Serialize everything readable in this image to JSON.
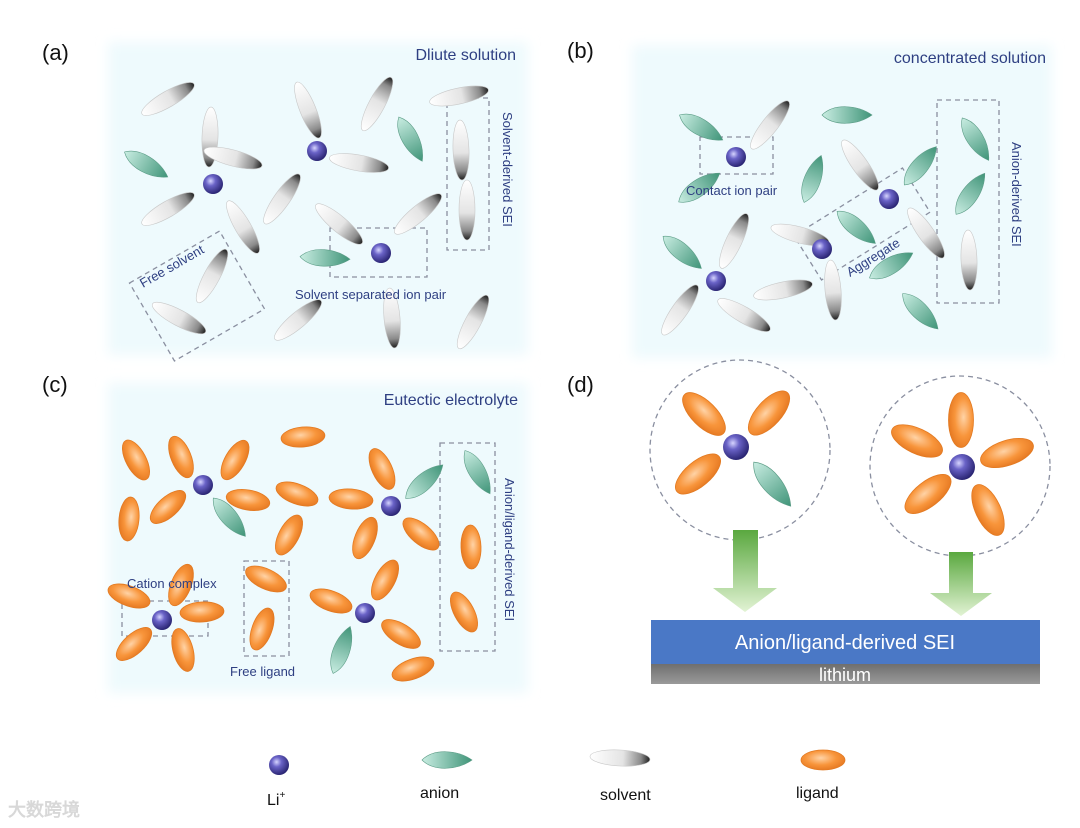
{
  "panels": {
    "a": {
      "letter": "(a)",
      "title": "Dliute solution",
      "free_solvent": "Free solvent",
      "ssip": "Solvent separated ion pair",
      "sei": "Solvent-derived SEI"
    },
    "b": {
      "letter": "(b)",
      "title": "concentrated solution",
      "cip": "Contact ion pair",
      "aggregate": "Aggregate",
      "sei": "Anion-derived SEI"
    },
    "c": {
      "letter": "(c)",
      "title": "Eutectic electrolyte",
      "cation_complex": "Cation complex",
      "free_ligand": "Free ligand",
      "sei": "Anion/ligand-derived SEI"
    },
    "d": {
      "letter": "(d)",
      "sei_layer": "Anion/ligand-derived SEI",
      "lithium": "lithium"
    }
  },
  "legend": {
    "li_label": "Li",
    "li_sup": "+",
    "anion": "anion",
    "solvent": "solvent",
    "ligand": "ligand"
  },
  "watermark": "大数跨境",
  "colors": {
    "panel_bg": "#eefafd",
    "li": "#3a3590",
    "anion": "#5fae96",
    "solvent": "#cfcfcf",
    "ligand": "#f18a2c",
    "text": "#2e3f82",
    "sei_layer": "#4a78c6",
    "lithium": "#8a8a8a"
  }
}
